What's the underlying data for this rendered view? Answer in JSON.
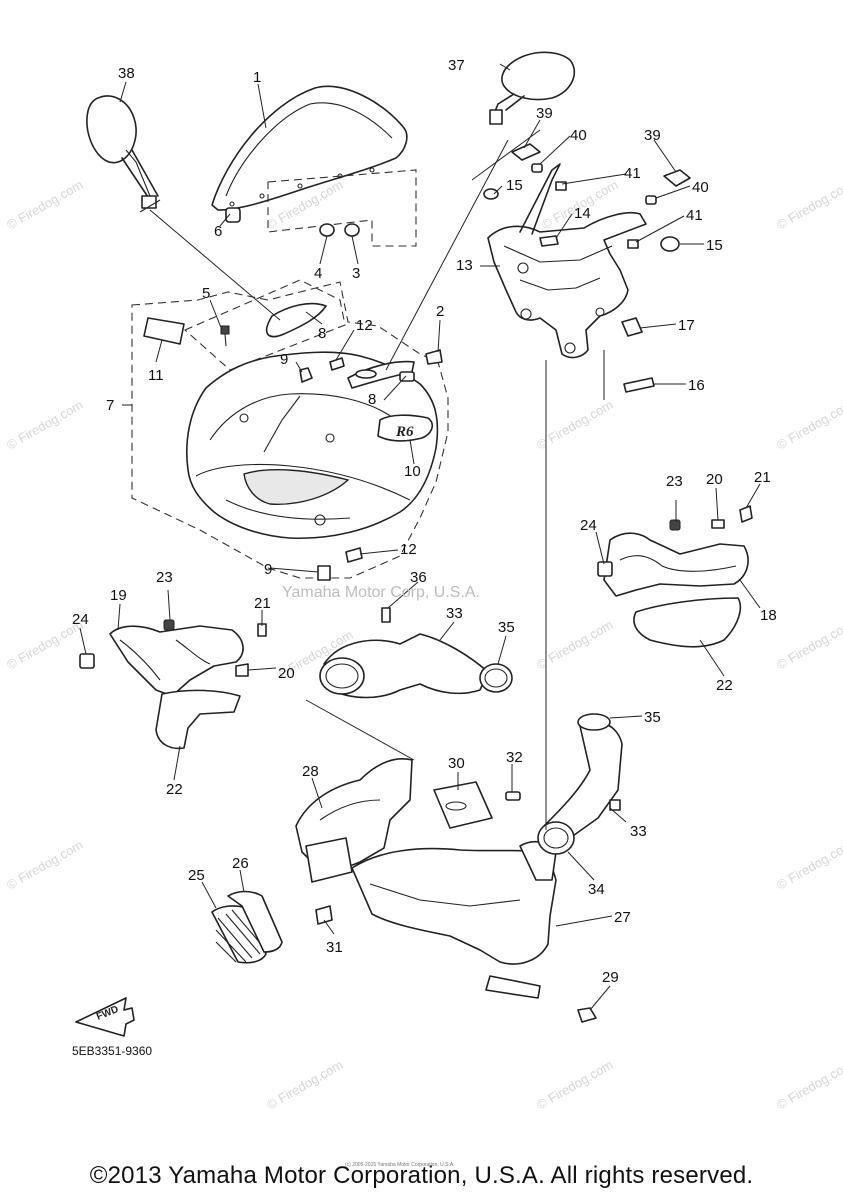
{
  "diagram": {
    "part_numbers": {
      "p1": "1",
      "p2": "2",
      "p3": "3",
      "p4": "4",
      "p5": "5",
      "p6": "6",
      "p7": "7",
      "p8a": "8",
      "p8b": "8",
      "p9a": "9",
      "p9b": "9",
      "p10": "10",
      "p11": "11",
      "p12a": "12",
      "p12b": "12",
      "p13": "13",
      "p14": "14",
      "p15a": "15",
      "p15b": "15",
      "p16": "16",
      "p17": "17",
      "p18": "18",
      "p19": "19",
      "p20a": "20",
      "p20b": "20",
      "p21a": "21",
      "p21b": "21",
      "p22a": "22",
      "p22b": "22",
      "p23a": "23",
      "p23b": "23",
      "p24a": "24",
      "p24b": "24",
      "p25": "25",
      "p26": "26",
      "p27": "27",
      "p28": "28",
      "p29": "29",
      "p30": "30",
      "p31": "31",
      "p32": "32",
      "p33a": "33",
      "p33b": "33",
      "p34": "34",
      "p35a": "35",
      "p35b": "35",
      "p36": "36",
      "p37": "37",
      "p38": "38",
      "p39a": "39",
      "p39b": "39",
      "p40a": "40",
      "p40b": "40",
      "p41a": "41",
      "p41b": "41"
    },
    "fwd_label": "FWD",
    "emblem_text": "R6",
    "catalog_code": "5EB3351-9360",
    "center_watermark": "Yamaha Motor Corp, U.S.A.",
    "watermark_text": "© Firedog.com",
    "copyright_small": "(c) 2005-2015 Yamaha Motor Corporation, U.S.A.",
    "copyright": "©2013 Yamaha Motor Corporation, U.S.A. All rights reserved."
  }
}
